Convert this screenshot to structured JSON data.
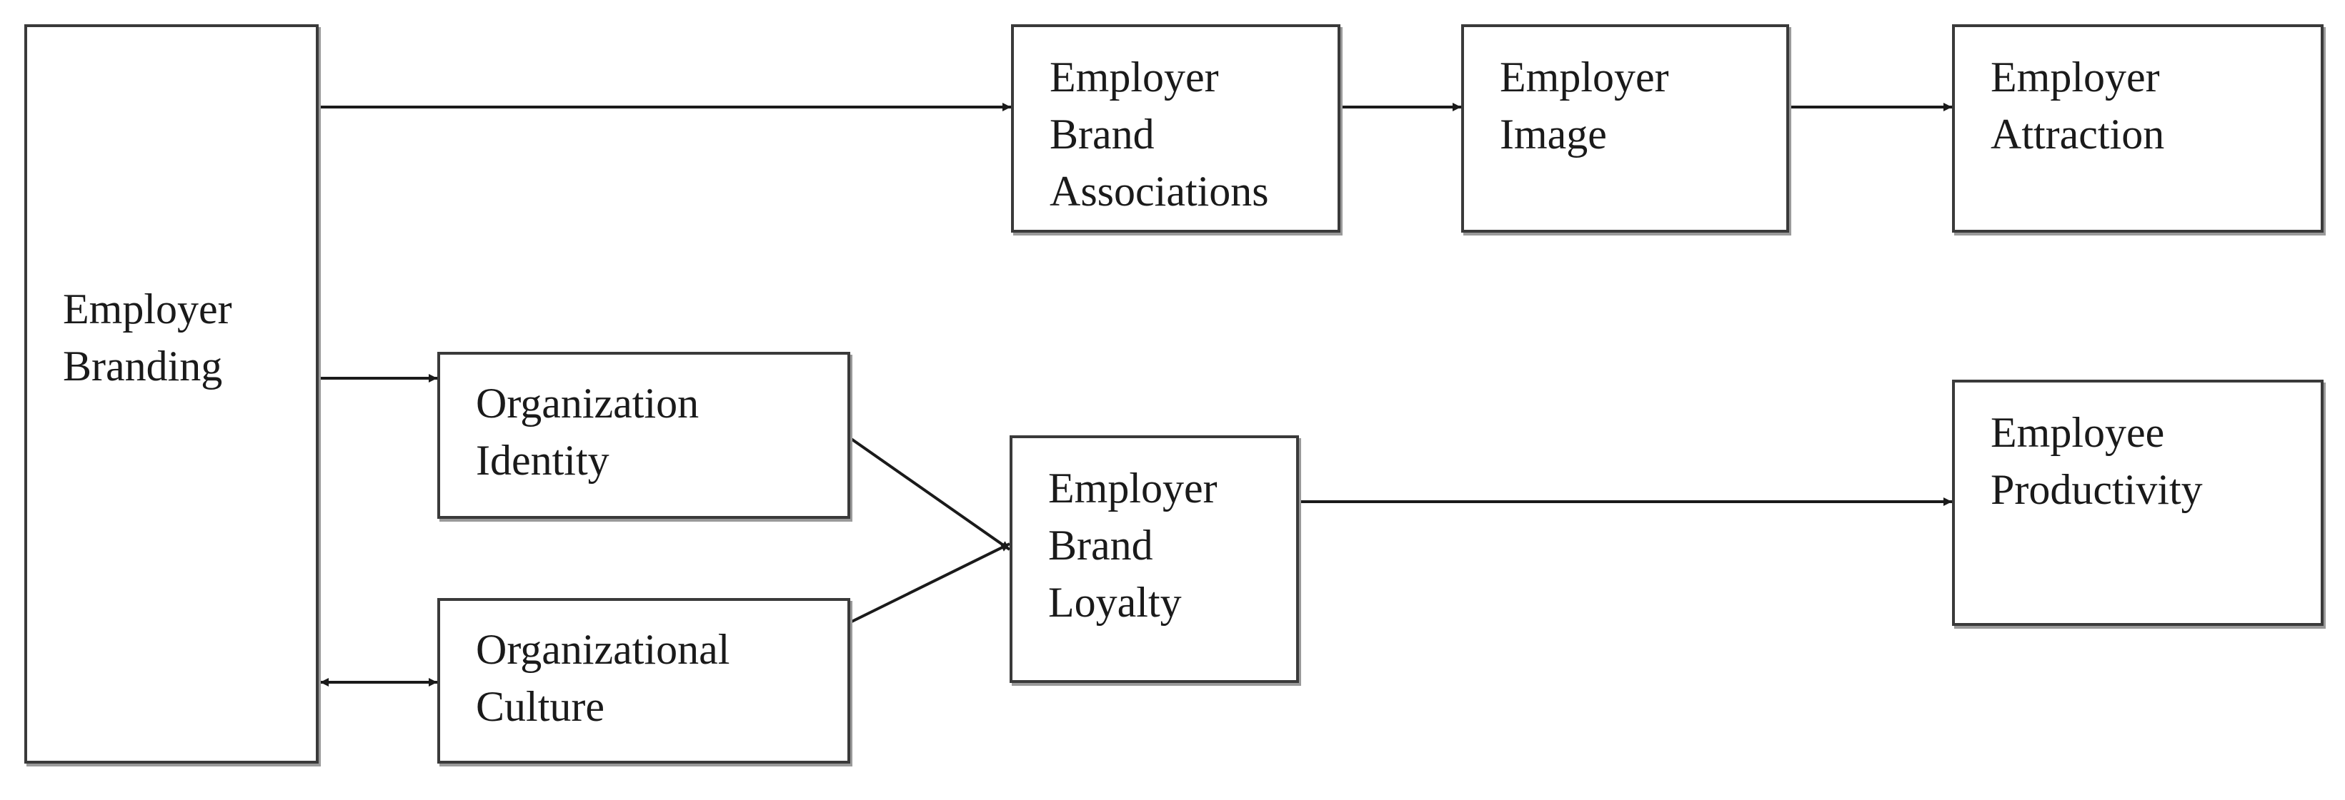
{
  "diagram": {
    "nodes": {
      "employer_branding": "Employer\nBranding",
      "employer_brand_associations": "Employer\nBrand\nAssociations",
      "employer_image": "Employer\nImage",
      "employer_attraction": "Employer\nAttraction",
      "organization_identity": "Organization\nIdentity",
      "organizational_culture": "Organizational\nCulture",
      "employer_brand_loyalty": "Employer\nBrand\nLoyalty",
      "employee_productivity": "Employee\nProductivity"
    },
    "edges": [
      {
        "from": "employer_branding",
        "to": "employer_brand_associations",
        "direction": "forward"
      },
      {
        "from": "employer_brand_associations",
        "to": "employer_image",
        "direction": "forward"
      },
      {
        "from": "employer_image",
        "to": "employer_attraction",
        "direction": "forward"
      },
      {
        "from": "employer_branding",
        "to": "organization_identity",
        "direction": "forward"
      },
      {
        "from": "employer_branding",
        "to": "organizational_culture",
        "direction": "both"
      },
      {
        "from": "organization_identity",
        "to": "employer_brand_loyalty",
        "direction": "forward"
      },
      {
        "from": "organizational_culture",
        "to": "employer_brand_loyalty",
        "direction": "forward"
      },
      {
        "from": "employer_brand_loyalty",
        "to": "employee_productivity",
        "direction": "forward"
      }
    ],
    "line_color": "#1a1a1a"
  }
}
